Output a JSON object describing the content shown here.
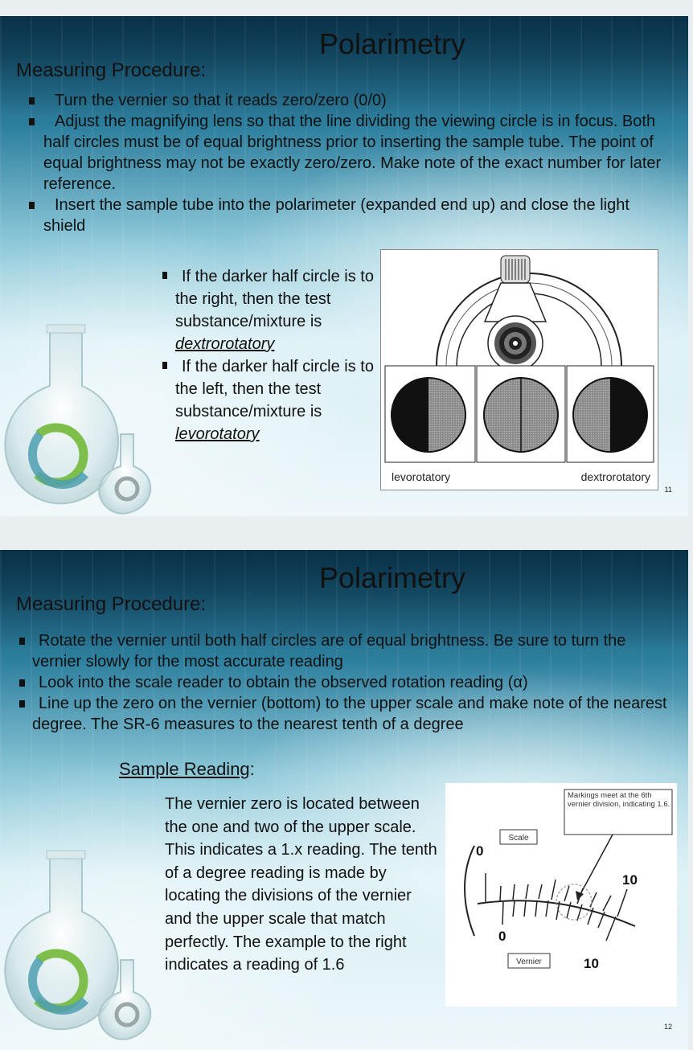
{
  "slides": [
    {
      "title": "Polarimetry",
      "subtitle": "Measuring Procedure:",
      "bullets": [
        "Turn the vernier so that it reads zero/zero (0/0)",
        "Adjust the magnifying lens so that the line dividing the viewing circle is in focus. Both half circles must be of equal brightness prior to inserting the sample tube. The point of equal brightness may not be exactly zero/zero. Make note of the exact number for later reference.",
        "Insert the sample tube into the polarimeter (expanded end up) and close the light shield"
      ],
      "subbullets": [
        {
          "text": "If the darker half circle is to the right, then the test substance/mixture is ",
          "term": "dextrorotatory"
        },
        {
          "text": "If the darker half circle is to the left, then the test substance/mixture is ",
          "term": "levorotatory"
        }
      ],
      "figure": {
        "left_label": "levorotatory",
        "right_label": "dextrorotatory"
      },
      "page_number": "11"
    },
    {
      "title": "Polarimetry",
      "subtitle": "Measuring Procedure:",
      "bullets": [
        "Rotate the vernier until both half circles are of equal brightness. Be sure to turn the vernier slowly for the most accurate reading",
        "Look into the scale reader to obtain the observed rotation reading (α)",
        "Line up the zero on the vernier (bottom) to the upper scale and make note of the nearest degree. The SR-6 measures to the nearest tenth of a degree"
      ],
      "sample_heading": "Sample Reading",
      "sample_heading_colon": ":",
      "paragraph": "The vernier zero is located between the one and two of the upper scale. This indicates a 1.x reading. The tenth of a degree reading is made by locating the divisions of the vernier and the upper scale that match perfectly. The example to the right indicates a reading of 1.6",
      "figure": {
        "callout": "Markings meet at the 6th vernier division, indicating 1.6.",
        "scale_label": "Scale",
        "vernier_label": "Vernier",
        "upper_zero": "0",
        "upper_ten": "10",
        "lower_zero": "0",
        "lower_ten": "10"
      },
      "page_number": "12"
    }
  ],
  "colors": {
    "accent_green": "#7dbf4a",
    "slide_dark_teal": "#0f3d56"
  }
}
